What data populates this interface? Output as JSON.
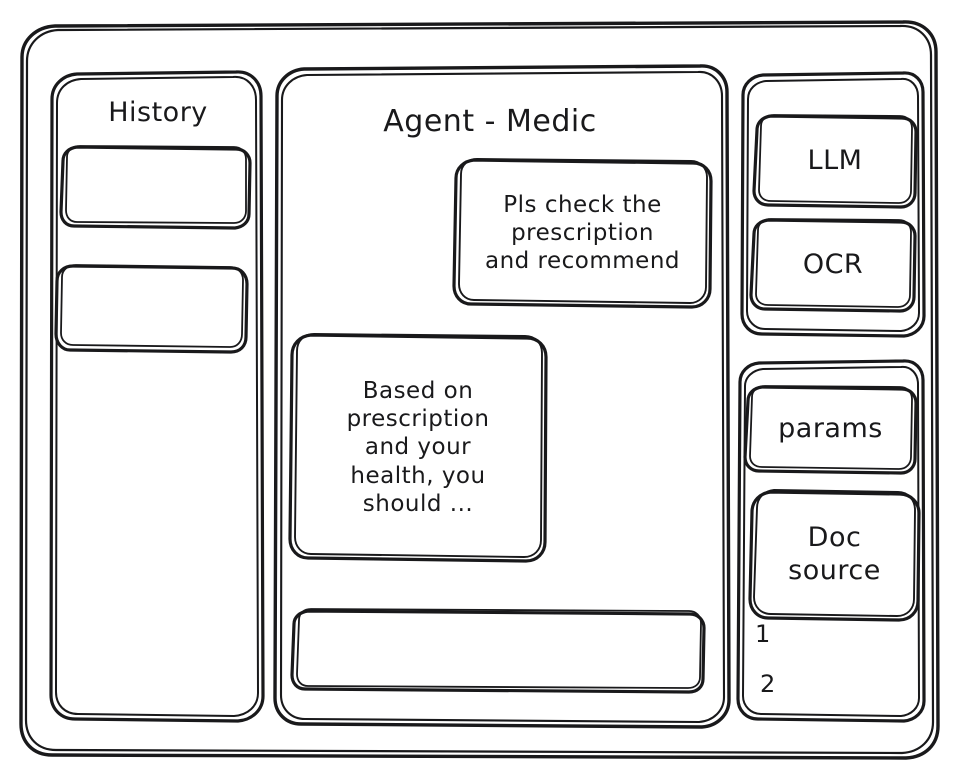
{
  "window": {
    "frame_name": "app-window"
  },
  "style": {
    "stroke_color": "#19191b",
    "background_color": "#ffffff",
    "text_color": "#19191b"
  },
  "sidebar_left": {
    "title": "History",
    "items": [
      {
        "label": ""
      },
      {
        "label": ""
      }
    ]
  },
  "main": {
    "title": "Agent - Medic",
    "messages": [
      {
        "role": "user",
        "align": "right",
        "text": "Pls check the\nprescription\nand recommend"
      },
      {
        "role": "assistant",
        "align": "left",
        "text": "Based on\nprescription\nand your\nhealth, you\nshould ..."
      }
    ],
    "composer": {
      "value": "",
      "placeholder": ""
    }
  },
  "sidebar_right": {
    "group_top": {
      "buttons": [
        {
          "label": "LLM"
        },
        {
          "label": "OCR"
        }
      ]
    },
    "group_bottom": {
      "buttons": [
        {
          "label": "params"
        },
        {
          "label": "Doc\nsource"
        }
      ],
      "list": [
        {
          "label": "1"
        },
        {
          "label": "2"
        }
      ]
    }
  }
}
